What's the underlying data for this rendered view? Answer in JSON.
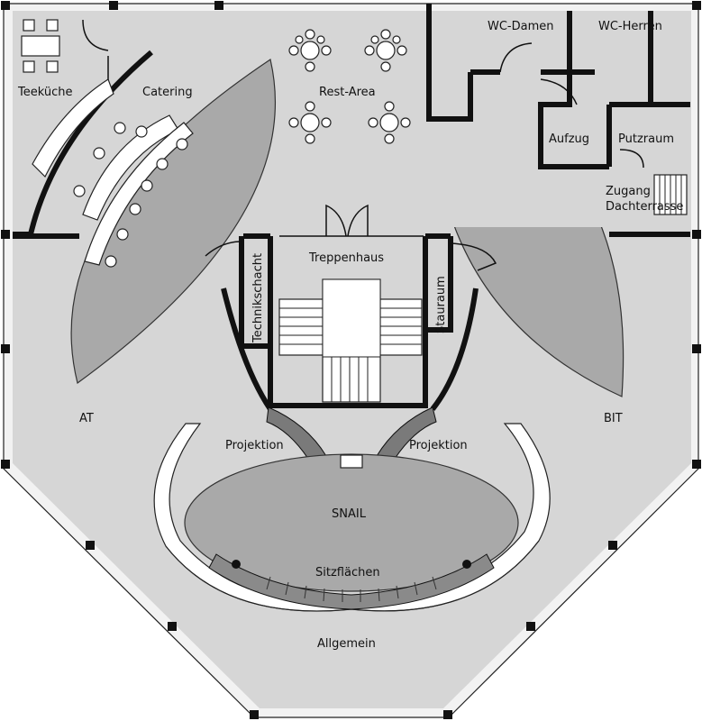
{
  "rooms": {
    "teekueche": "Teeküche",
    "catering": "Catering",
    "rest_area": "Rest-Area",
    "wc_damen": "WC-Damen",
    "wc_herren": "WC-Herren",
    "aufzug": "Aufzug",
    "putzraum": "Putzraum",
    "zugang_line1": "Zugang",
    "zugang_line2": "Dachterrasse",
    "treppenhaus": "Treppenhaus",
    "technikschacht": "Technikschacht",
    "stauraum": "Stauraum",
    "at": "AT",
    "bit": "BIT",
    "projektion_left": "Projektion",
    "projektion_right": "Projektion",
    "snail": "SNAIL",
    "sitzflaechen": "Sitzflächen",
    "allgemein": "Allgemein"
  }
}
